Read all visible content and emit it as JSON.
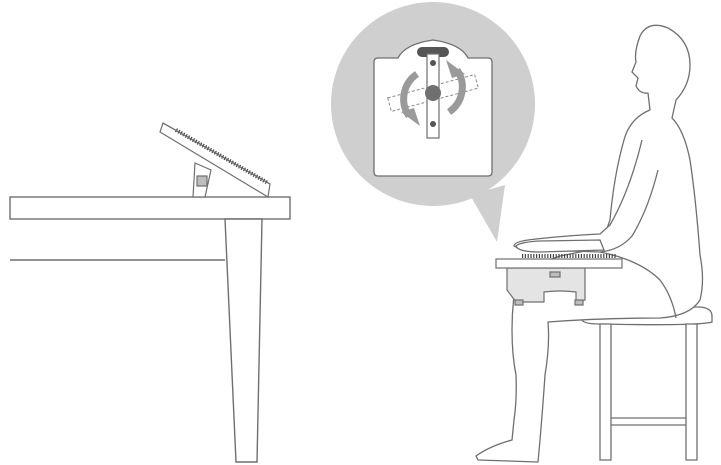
{
  "illustration": {
    "elements": [
      "table",
      "tilted-keyboard-stand",
      "callout-bubble",
      "adjustment-bracket",
      "rotation-arrows",
      "seated-person",
      "lap-keyboard",
      "keyboard-support-base",
      "stool"
    ]
  },
  "palette": {
    "line": "#6f6f6f",
    "bubble_fill": "#cfcfcf",
    "panel_fill": "#ffffff",
    "arrow_fill": "#9a9a9a",
    "dark_part": "#555555",
    "keys": "#444444",
    "background": "#ffffff"
  }
}
